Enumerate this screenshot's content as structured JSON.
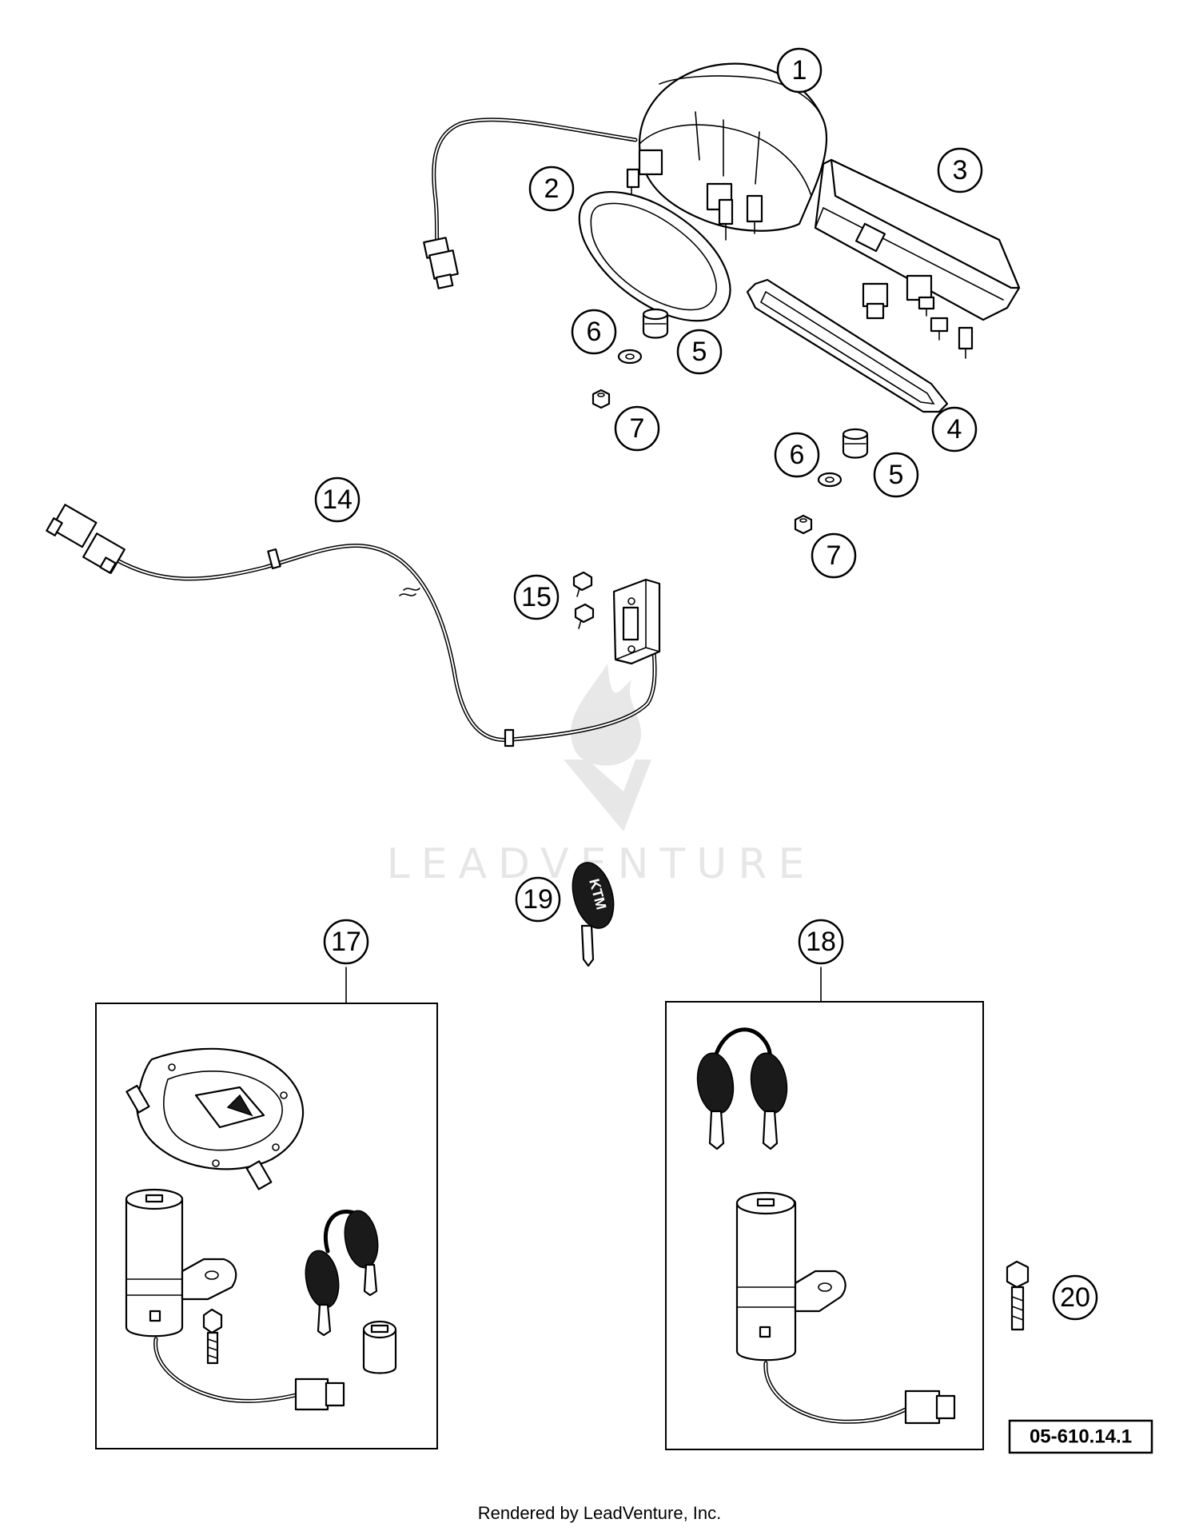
{
  "callouts": [
    "1",
    "2",
    "3",
    "4",
    "5",
    "6",
    "7",
    "14",
    "15",
    "17",
    "18",
    "19",
    "20"
  ],
  "reference_code": "05-610.14.1",
  "footer": "Rendered by LeadVenture, Inc.",
  "watermark": "LEADVENTURE",
  "key_logo": "KTM"
}
